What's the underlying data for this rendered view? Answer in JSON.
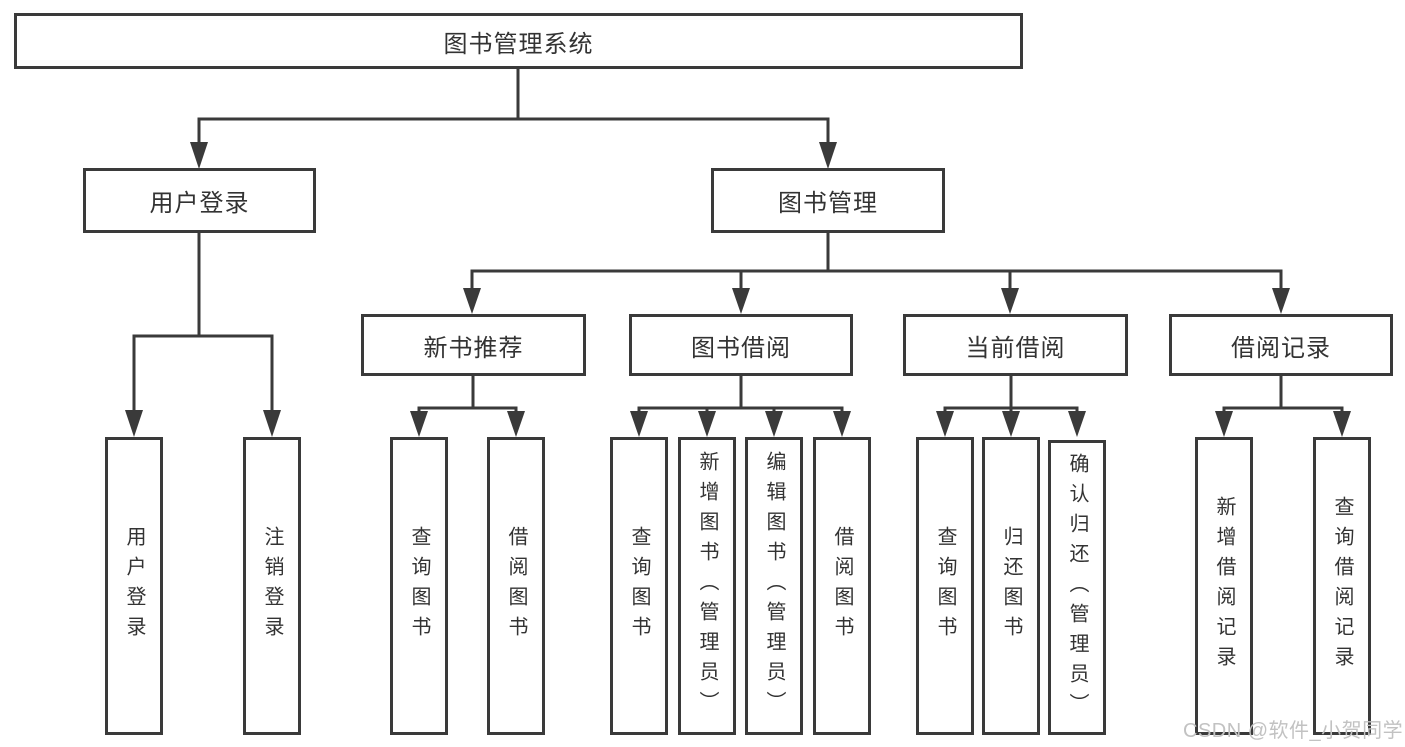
{
  "tree": {
    "root": {
      "label": "图书管理系统"
    },
    "user_login": {
      "label": "用户登录",
      "children": [
        {
          "label": "用户登录"
        },
        {
          "label": "注销登录"
        }
      ]
    },
    "book_mgmt": {
      "label": "图书管理",
      "children": [
        {
          "label": "新书推荐",
          "children": [
            {
              "label": "查询图书"
            },
            {
              "label": "借阅图书"
            }
          ]
        },
        {
          "label": "图书借阅",
          "children": [
            {
              "label": "查询图书"
            },
            {
              "label": "新增图书（管理员）"
            },
            {
              "label": "编辑图书（管理员）"
            },
            {
              "label": "借阅图书"
            }
          ]
        },
        {
          "label": "当前借阅",
          "children": [
            {
              "label": "查询图书"
            },
            {
              "label": "归还图书"
            },
            {
              "label": "确认归还（管理员）"
            }
          ]
        },
        {
          "label": "借阅记录",
          "children": [
            {
              "label": "新增借阅记录"
            },
            {
              "label": "查询借阅记录"
            }
          ]
        }
      ]
    }
  },
  "watermark": {
    "text": "CSDN @软件_小贺同学"
  },
  "colors": {
    "line": "#3a3a3a",
    "text": "#333333",
    "watermark": "#c2c2c2",
    "background": "#ffffff"
  }
}
